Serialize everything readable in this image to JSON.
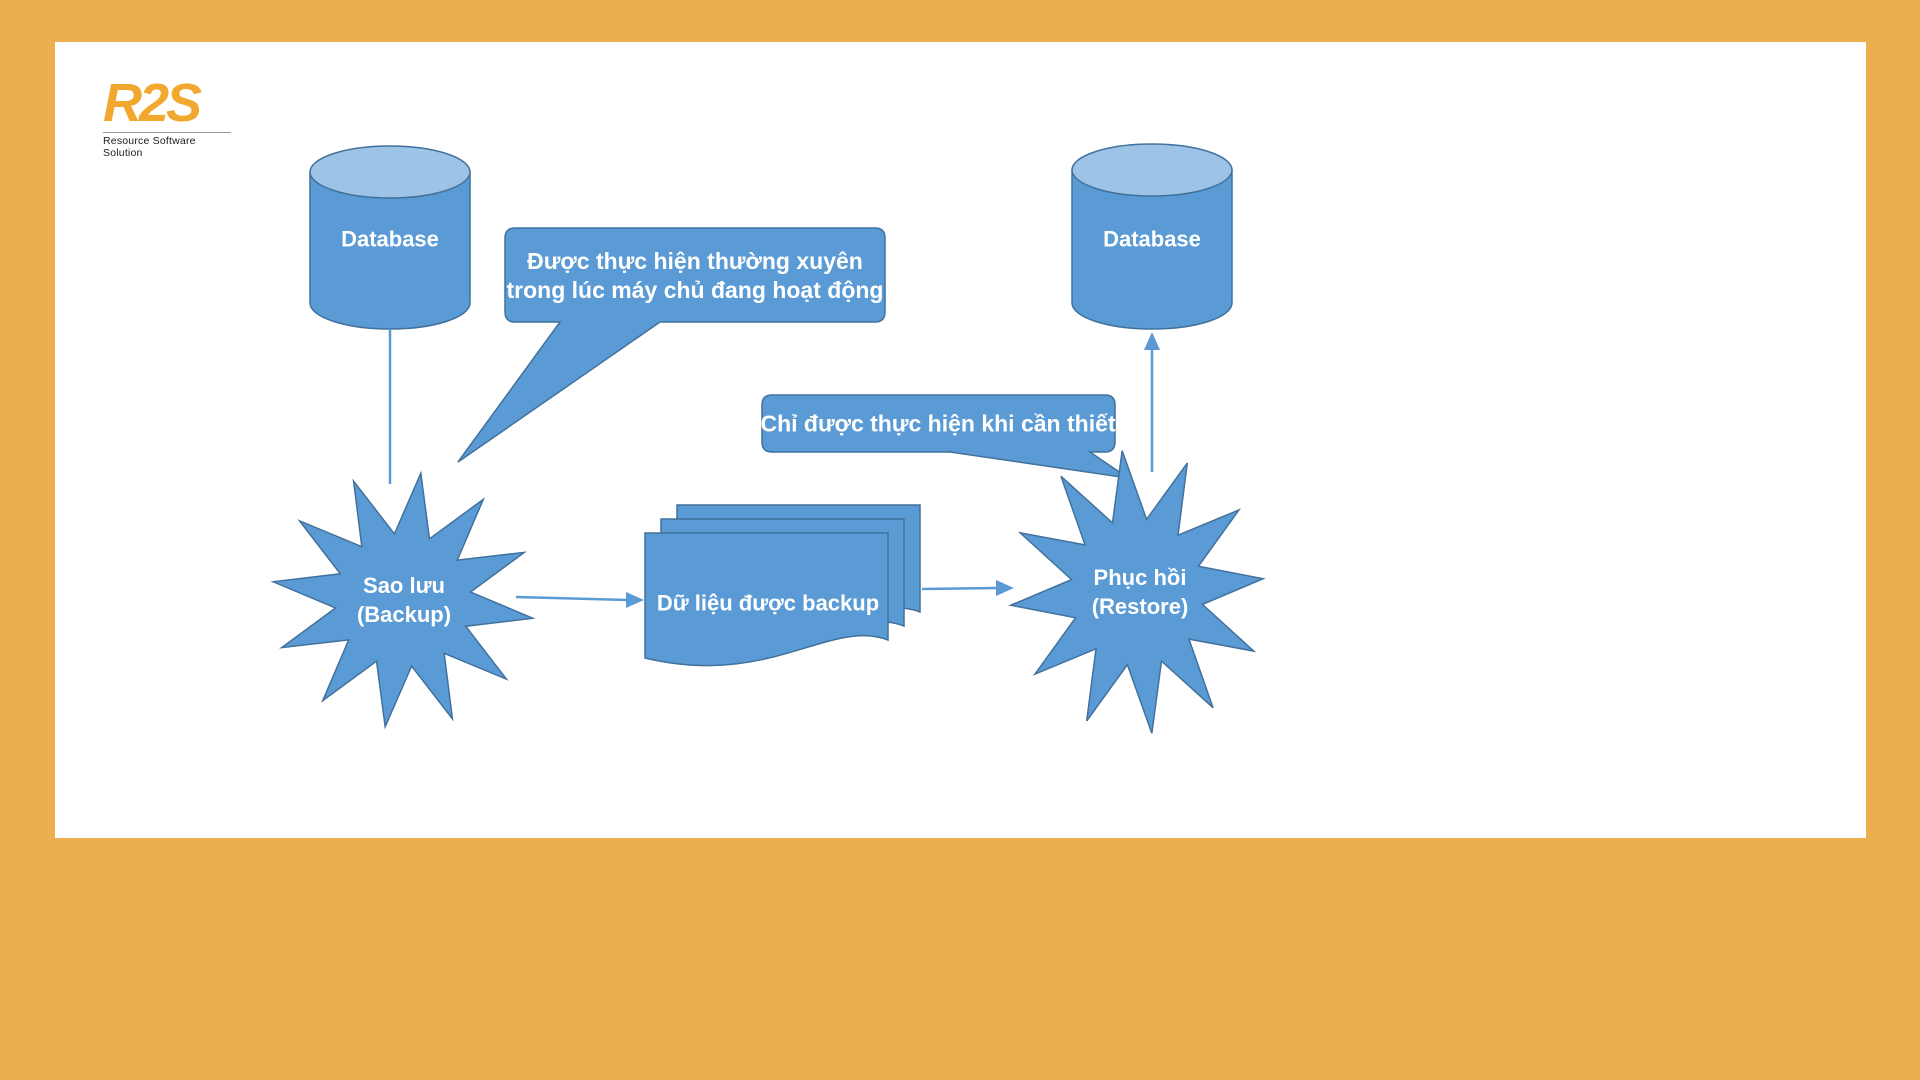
{
  "colors": {
    "background": "#ECAE4E",
    "canvas": "#FFFFFF",
    "shape_fill": "#5B9BD5",
    "shape_stroke": "#41719C",
    "cylinder_top": "#9DC3E6",
    "label_text": "#FFFFFF",
    "logo_orange": "#F2A72E"
  },
  "logo": {
    "brand": "R2S",
    "tagline": "Resource Software Solution"
  },
  "diagram": {
    "database_left": {
      "label": "Database"
    },
    "database_right": {
      "label": "Database"
    },
    "backup_star": {
      "line1": "Sao lưu",
      "line2": "(Backup)"
    },
    "restore_star": {
      "line1": "Phục hồi",
      "line2": "(Restore)"
    },
    "backup_data_doc": {
      "label": "Dữ liệu được backup"
    },
    "callout_backup": {
      "line1": "Được thực hiện thường xuyên",
      "line2": "trong lúc máy chủ đang hoạt động"
    },
    "callout_restore": {
      "label": "Chỉ được thực hiện khi cần thiết"
    }
  }
}
